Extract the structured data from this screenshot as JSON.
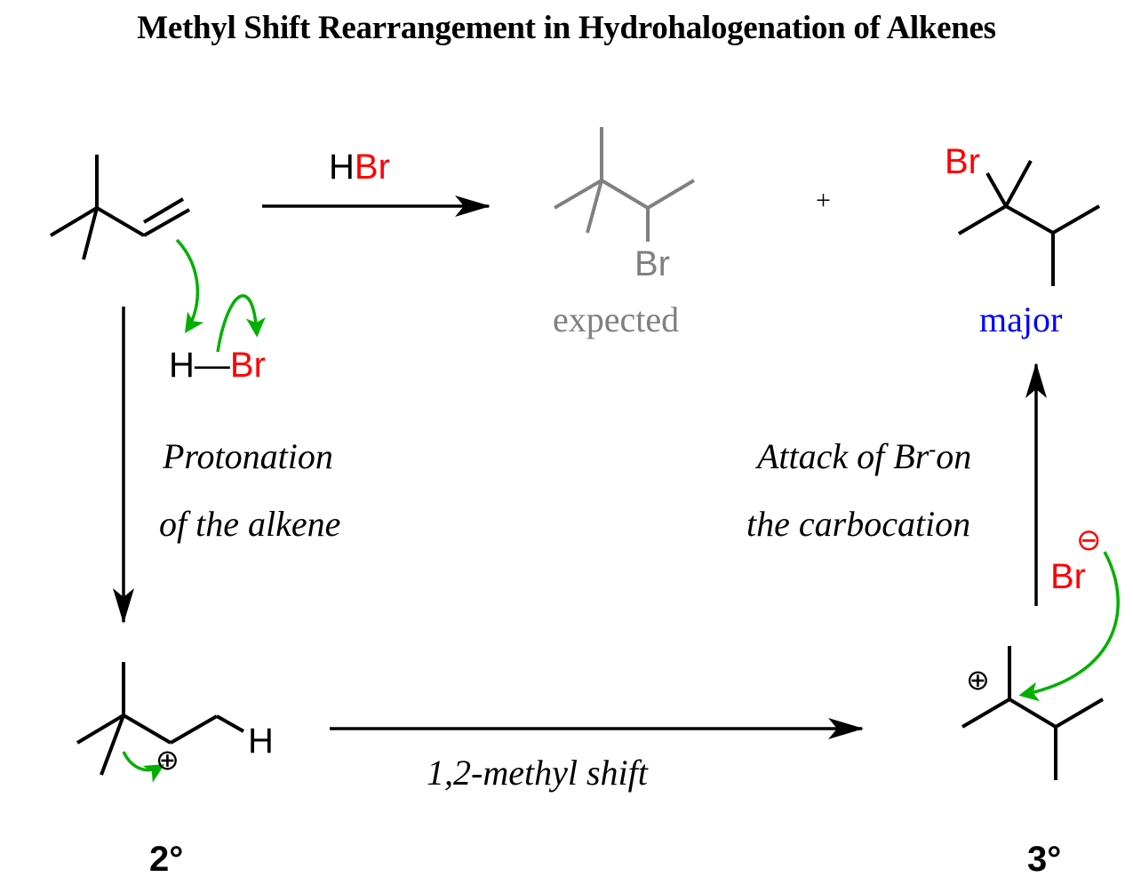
{
  "title": "Methyl Shift Rearrangement in Hydrohalogenation of Alkenes",
  "colors": {
    "bond": "#000000",
    "expected": "#808080",
    "bromine": "#ff0000",
    "curved_arrow": "#00b000",
    "major": "#0000ff"
  },
  "reagent_arrow": {
    "reagent_h": "H",
    "reagent_br": "Br"
  },
  "hbr_molecule": {
    "h": "H",
    "bond": "—",
    "br": "Br"
  },
  "expected_product": {
    "br": "Br",
    "label": "expected"
  },
  "plus_sign": "+",
  "major_product": {
    "br": "Br",
    "label": "major"
  },
  "step_protonation": {
    "line1": "Protonation",
    "line2": "of the alkene"
  },
  "step_attack": {
    "line1_pre": "Attack of Br",
    "line1_sup": "-",
    "line1_post": "on",
    "line2": "the carbocation"
  },
  "secondary_carbocation": {
    "h": "H",
    "charge": "⊕",
    "label": "2°"
  },
  "methyl_shift": {
    "label": "1,2-methyl shift"
  },
  "bromide_ion": {
    "br": "Br",
    "charge": "⊖"
  },
  "tertiary_carbocation": {
    "charge": "⊕",
    "label": "3°"
  }
}
